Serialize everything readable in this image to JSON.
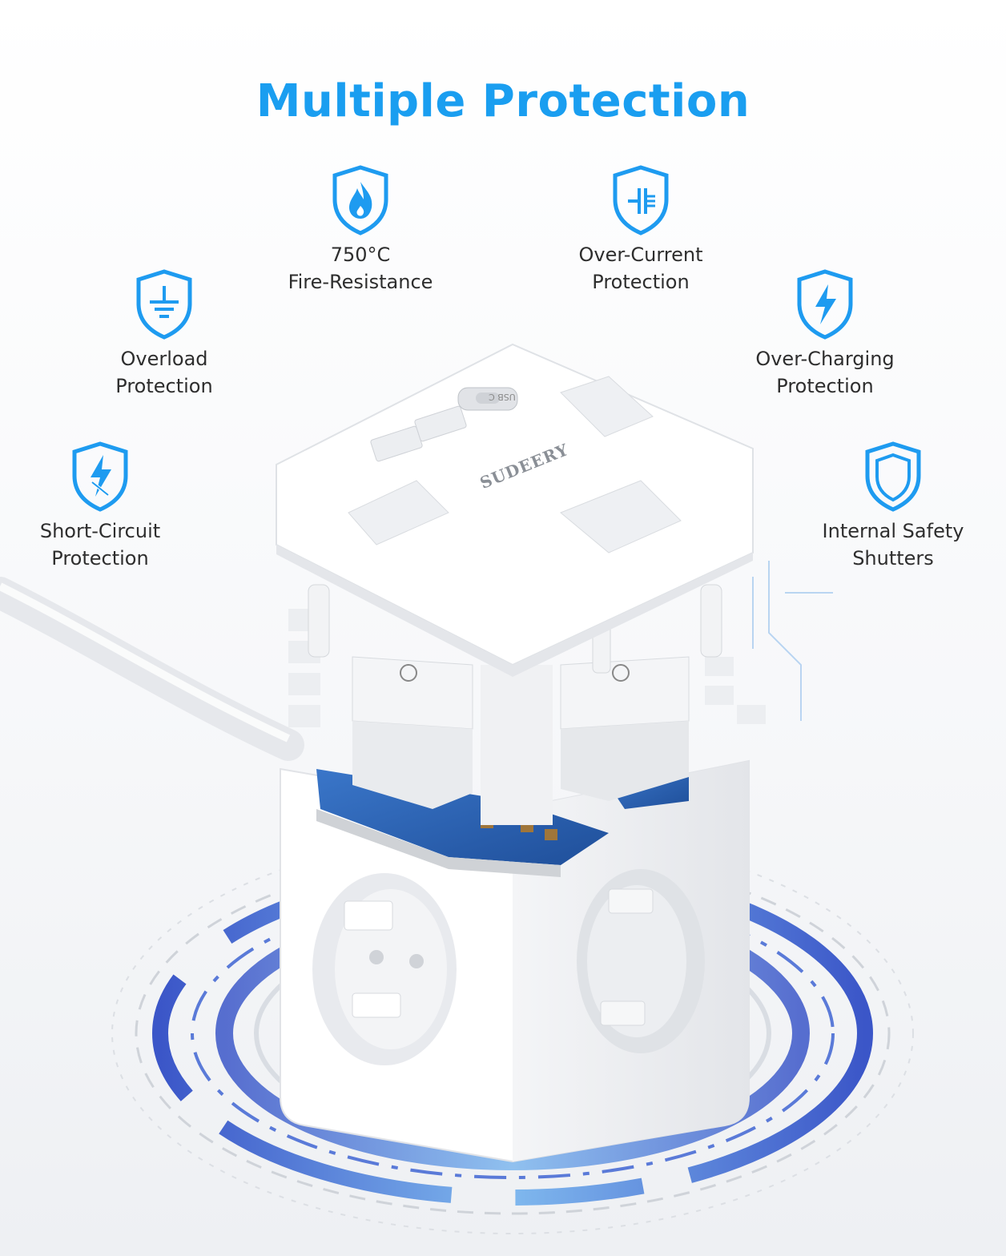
{
  "title": "Multiple Protection",
  "brand_logo": "SUDEERY",
  "usb_port_label": "USB C",
  "colors": {
    "accent": "#1a9ef0",
    "icon_blue": "#1e9bf0",
    "pcb_blue": "#2e5fae"
  },
  "features": [
    {
      "icon": "fire-shield-icon",
      "line1": "750°C",
      "line2": "Fire-Resistance"
    },
    {
      "icon": "current-shield-icon",
      "line1": "Over-Current",
      "line2": "Protection"
    },
    {
      "icon": "ground-shield-icon",
      "line1": "Overload",
      "line2": "Protection"
    },
    {
      "icon": "bolt-shield-icon",
      "line1": "Over-Charging",
      "line2": "Protection"
    },
    {
      "icon": "shortcircuit-shield-icon",
      "line1": "Short-Circuit",
      "line2": "Protection"
    },
    {
      "icon": "shutter-shield-icon",
      "line1": "Internal Safety",
      "line2": "Shutters"
    }
  ]
}
